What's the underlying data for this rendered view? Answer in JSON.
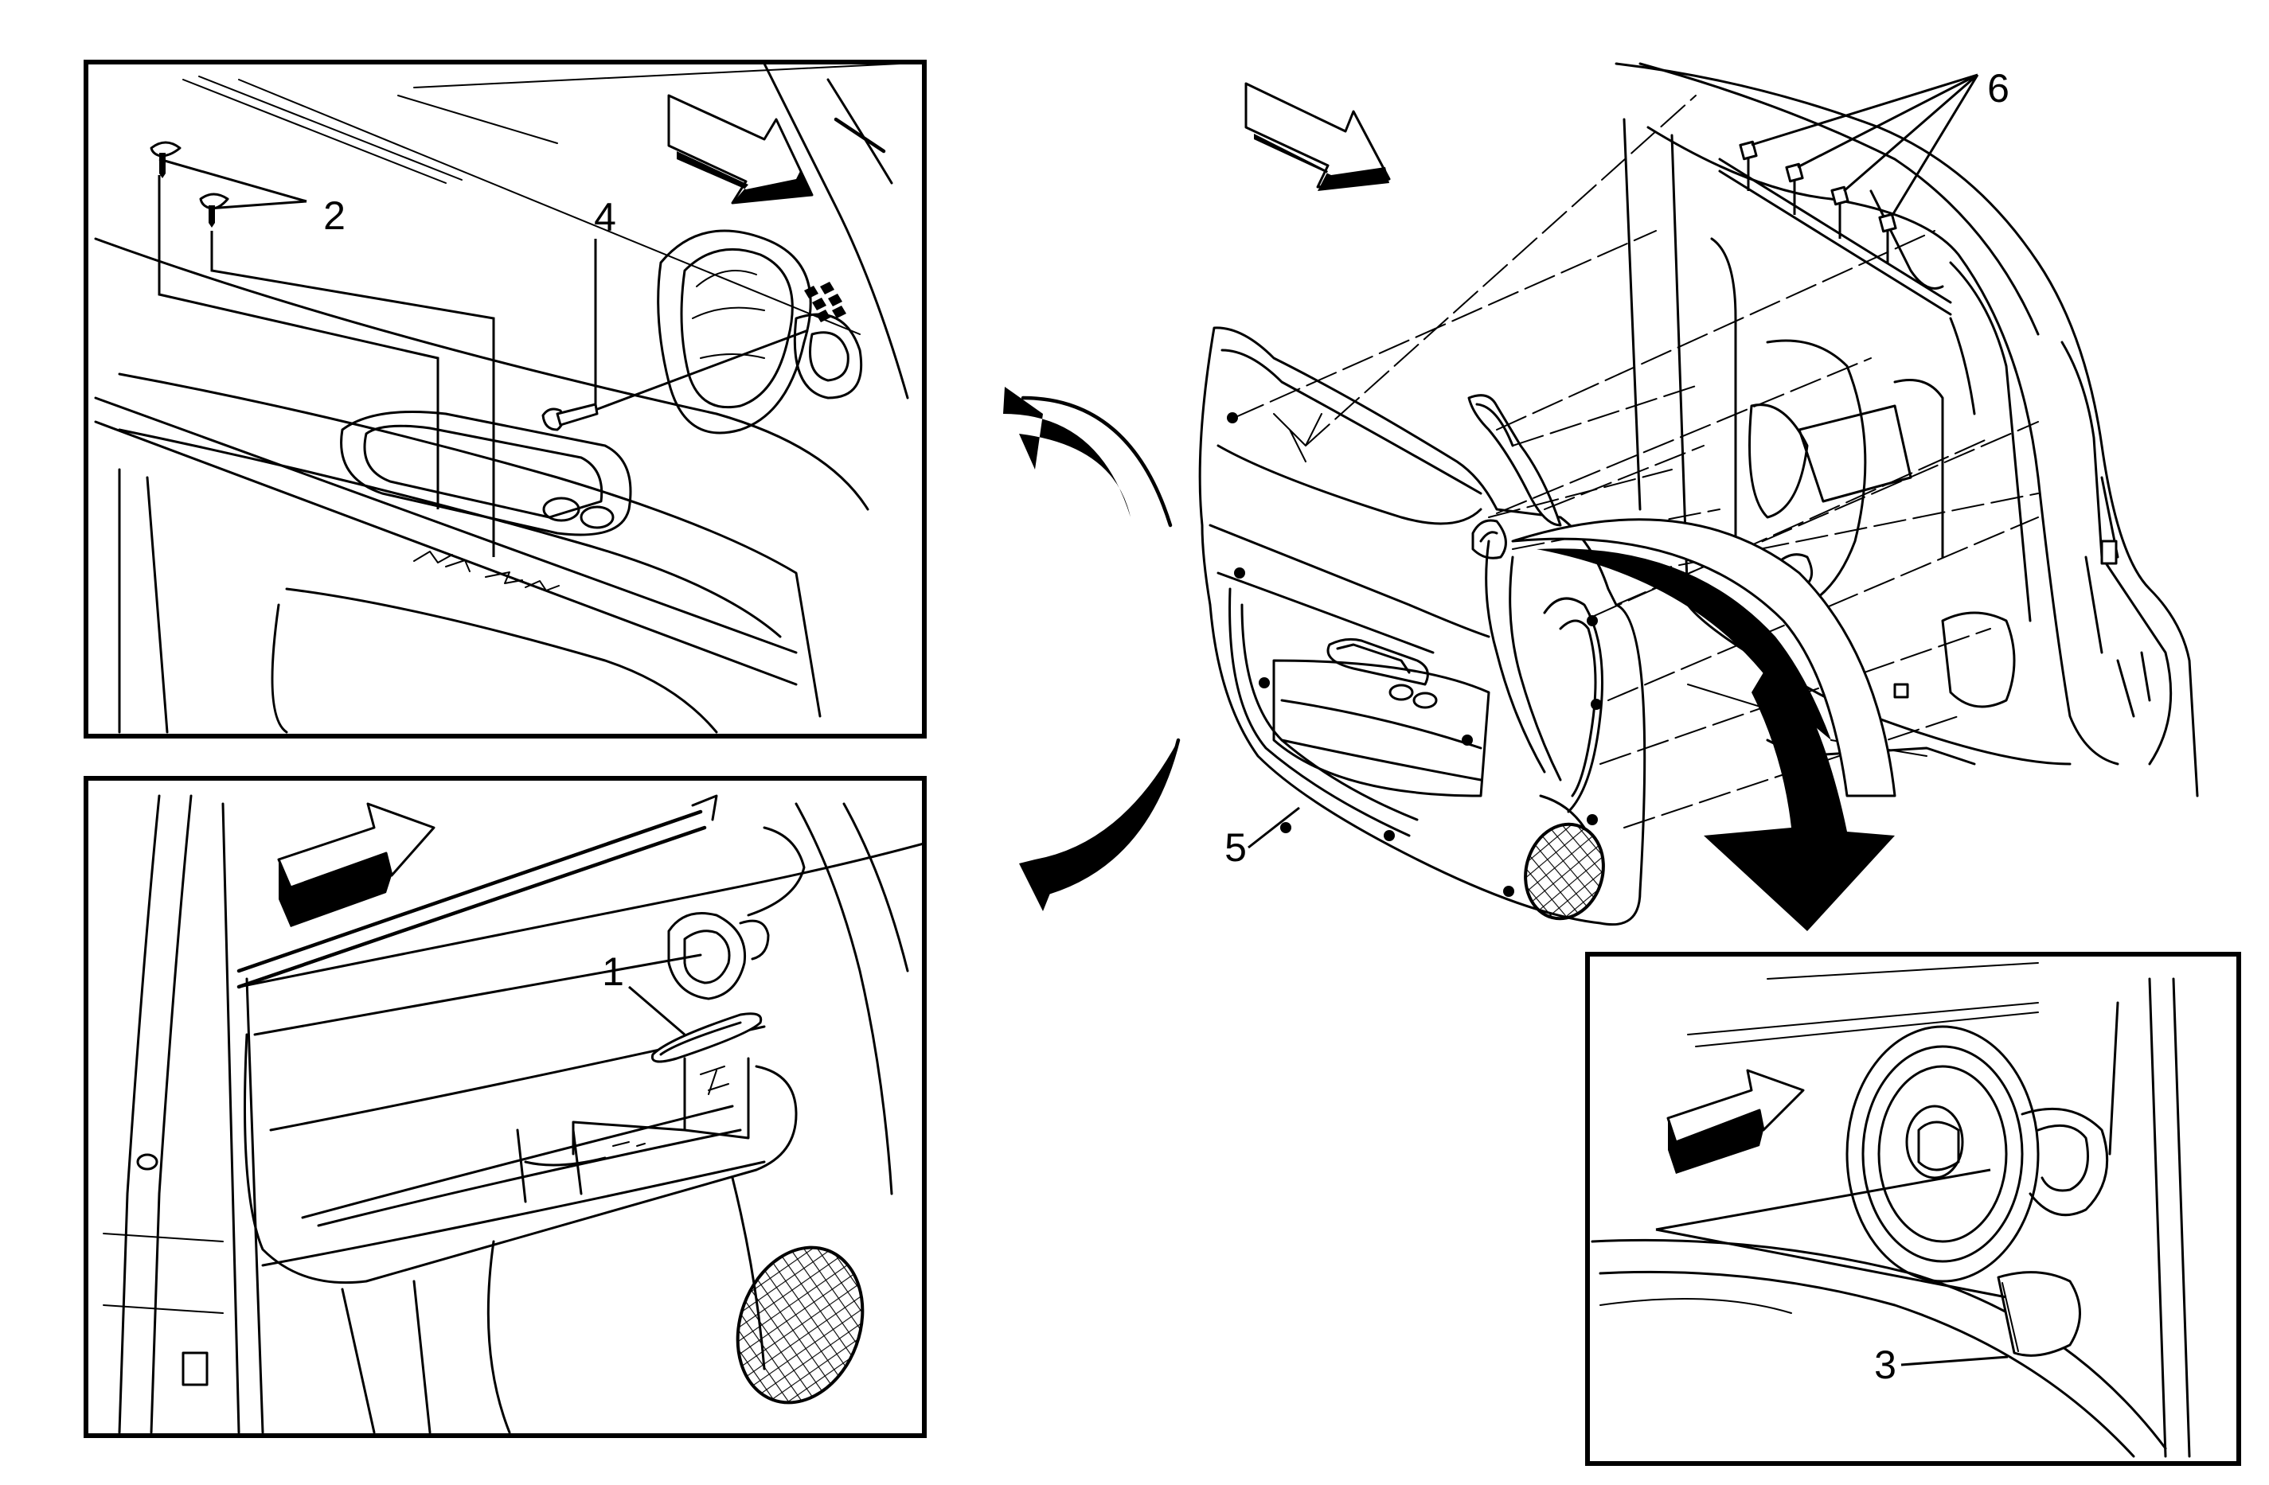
{
  "callouts": {
    "c1": "1",
    "c2": "2",
    "c3": "3",
    "c4": "4",
    "c5": "5",
    "c6": "6"
  },
  "icons": {
    "view_direction": "view-direction-arrow-icon",
    "remove_direction": "removal-direction-arrow-icon"
  },
  "colors": {
    "line": "#000000",
    "background": "#ffffff"
  }
}
